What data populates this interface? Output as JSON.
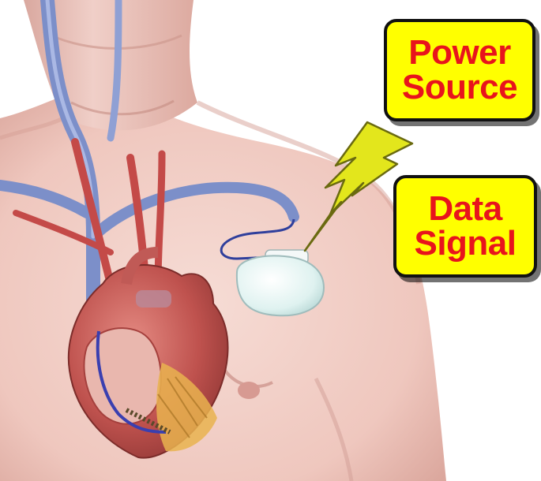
{
  "callouts": [
    {
      "lines": [
        "Power",
        "Source"
      ]
    },
    {
      "lines": [
        "Data",
        "Signal"
      ]
    }
  ],
  "colors": {
    "callout_fill": "#ffff00",
    "callout_text": "#e8141c",
    "callout_border": "#111111",
    "lightning_bolt": "#e3e61c",
    "skin": "#f2cfc6",
    "vein": "#8e9ed0",
    "artery": "#c8504e",
    "heart": "#b44a48",
    "pacemaker_device": "#e4f4f2"
  },
  "illustration": {
    "subject": "implanted-pacemaker",
    "parts": [
      "torso",
      "neck",
      "veins",
      "heart",
      "pacemaker-device",
      "pacing-lead",
      "lightning-bolt"
    ]
  }
}
